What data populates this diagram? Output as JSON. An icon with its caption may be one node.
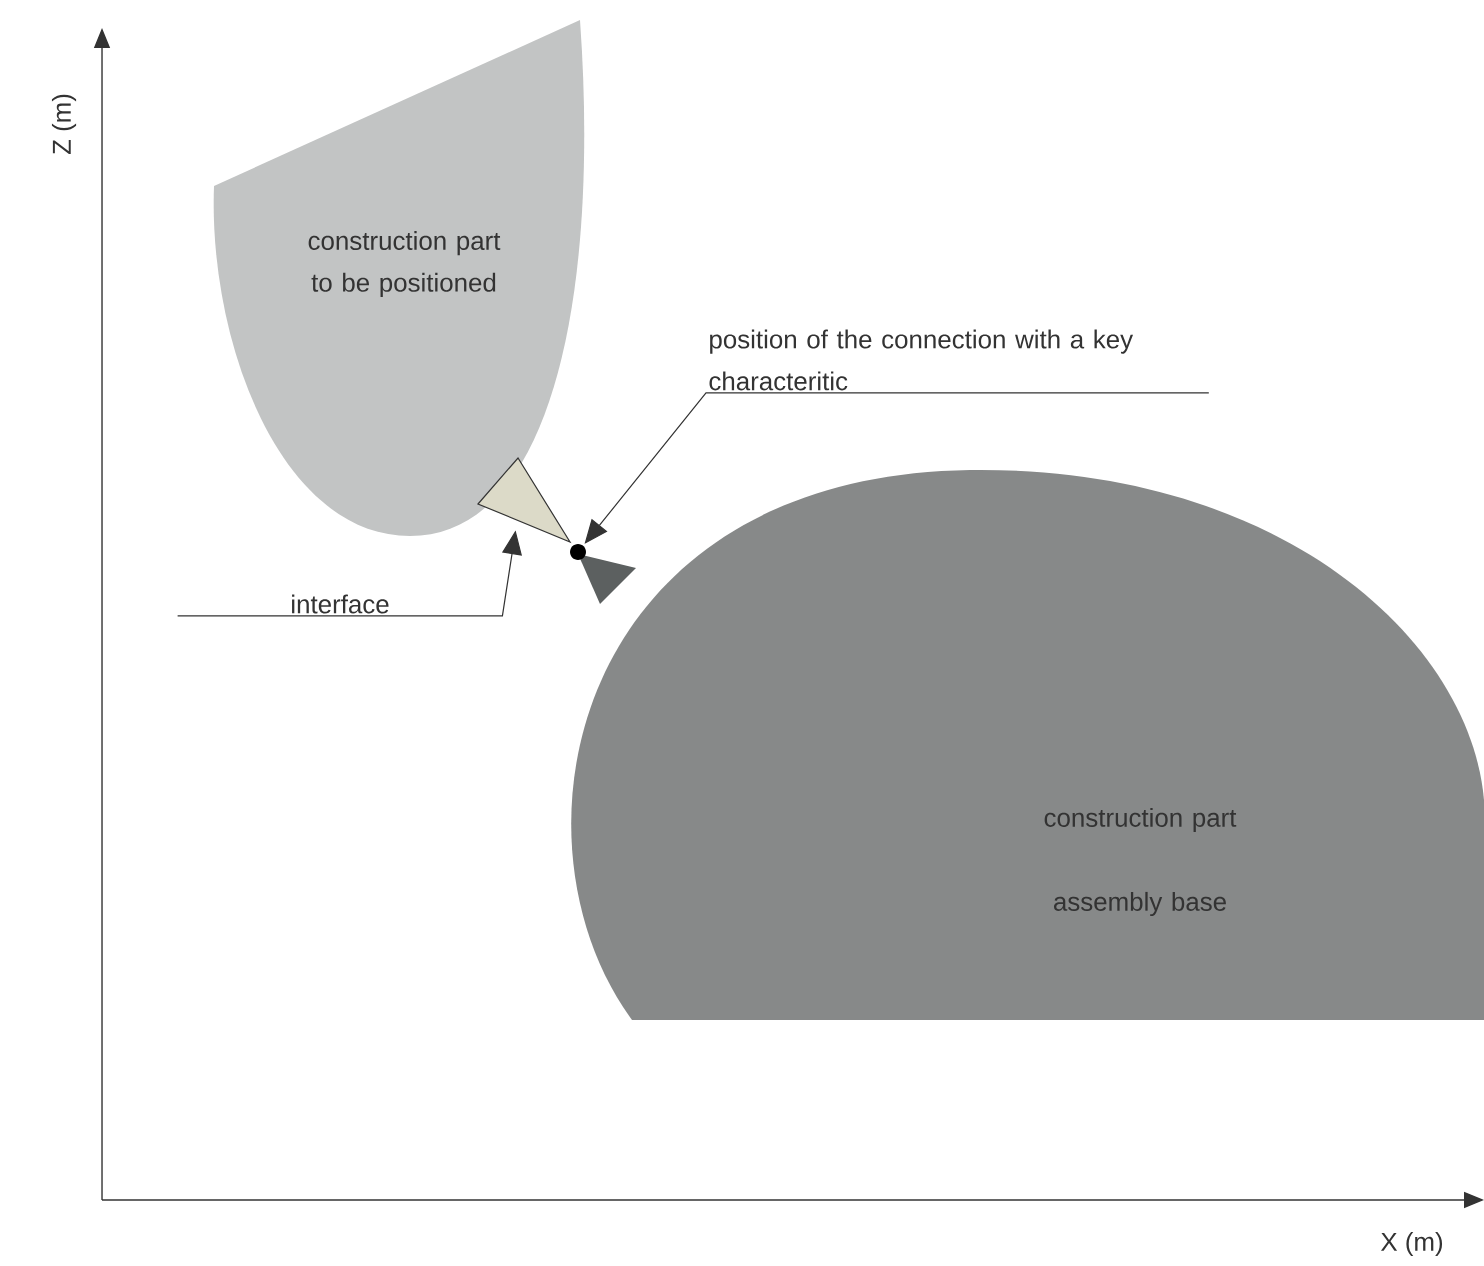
{
  "diagram": {
    "nodes": [
      {
        "text": [
          "construction part to be positioned"
        ]
      },
      {
        "text": [
          "construction part",
          "assembly base"
        ]
      },
      {
        "text": [
          "position of the connection with a key characteritic"
        ]
      },
      {
        "text": [
          "interface"
        ]
      },
      {
        "text": [],
        "shape": "triangle"
      },
      {
        "text": [],
        "shape": "circle"
      }
    ],
    "edges": [
      {
        "from": 2,
        "to": 5,
        "arrow": "to"
      },
      {
        "from": 3,
        "to": 4,
        "arrow": "to"
      }
    ],
    "labels": [
      "Z (m)",
      "X (m)"
    ]
  }
}
